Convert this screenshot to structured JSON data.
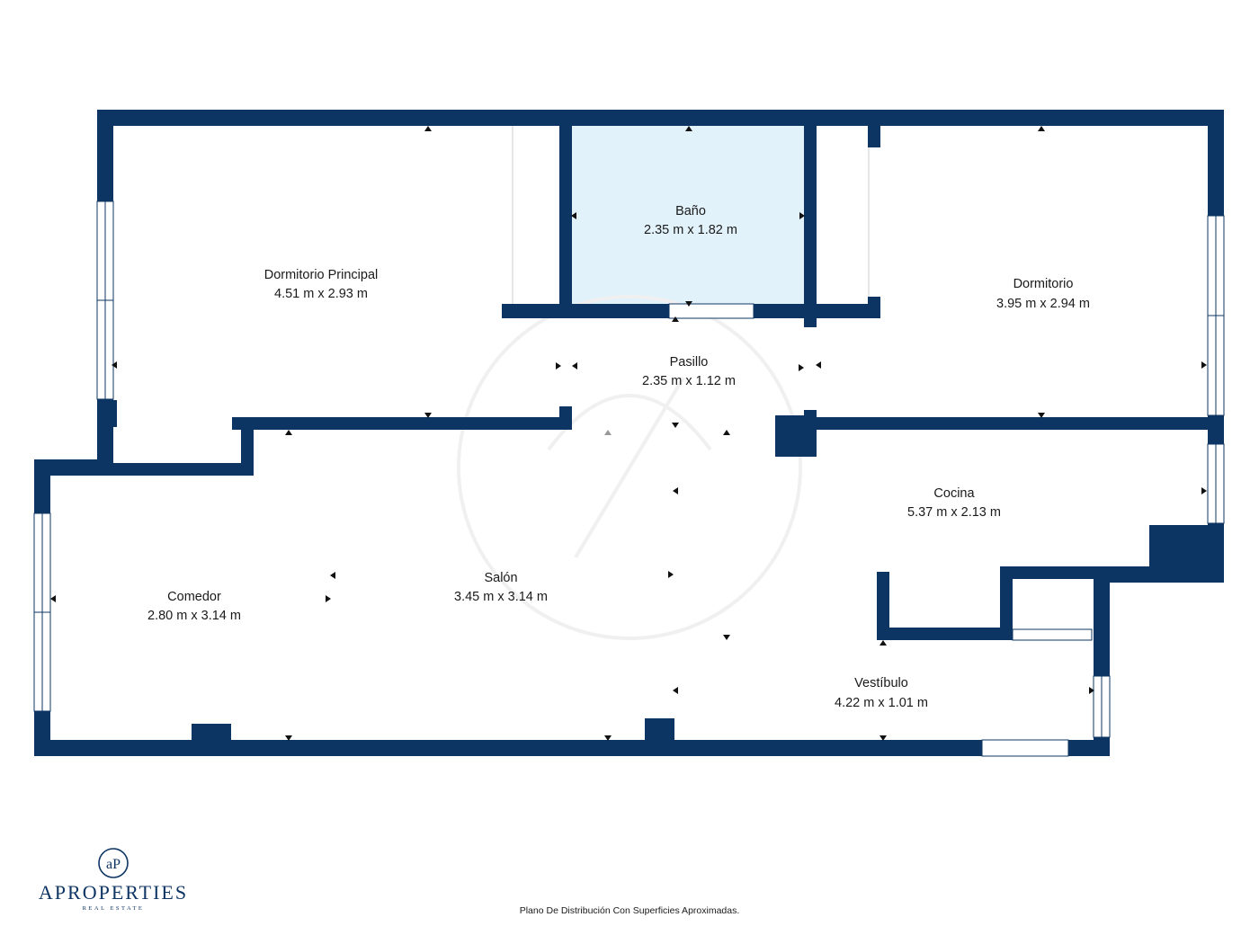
{
  "colors": {
    "wall": "#0d3563",
    "bathroom": "#e2f2fb",
    "window": "#ffffff",
    "text": "#1a1a1a"
  },
  "rooms": [
    {
      "key": "dormitorio_principal",
      "name": "Dormitorio Principal",
      "dims": "4.51 m x 2.93 m"
    },
    {
      "key": "bano",
      "name": "Baño",
      "dims": "2.35 m x 1.82 m"
    },
    {
      "key": "dormitorio",
      "name": "Dormitorio",
      "dims": "3.95 m x 2.94 m"
    },
    {
      "key": "pasillo",
      "name": "Pasillo",
      "dims": "2.35 m x 1.12 m"
    },
    {
      "key": "cocina",
      "name": "Cocina",
      "dims": "5.37 m x 2.13 m"
    },
    {
      "key": "comedor",
      "name": "Comedor",
      "dims": "2.80 m x 3.14 m"
    },
    {
      "key": "salon",
      "name": "Salón",
      "dims": "3.45 m x 3.14 m"
    },
    {
      "key": "vestibulo",
      "name": "Vestíbulo",
      "dims": "4.22 m x 1.01 m"
    }
  ],
  "logo": {
    "monogram": "aP",
    "name": "APROPERTIES",
    "tagline": "REAL ESTATE"
  },
  "footnote": "Plano De Distribución Con Superficies Aproximadas."
}
